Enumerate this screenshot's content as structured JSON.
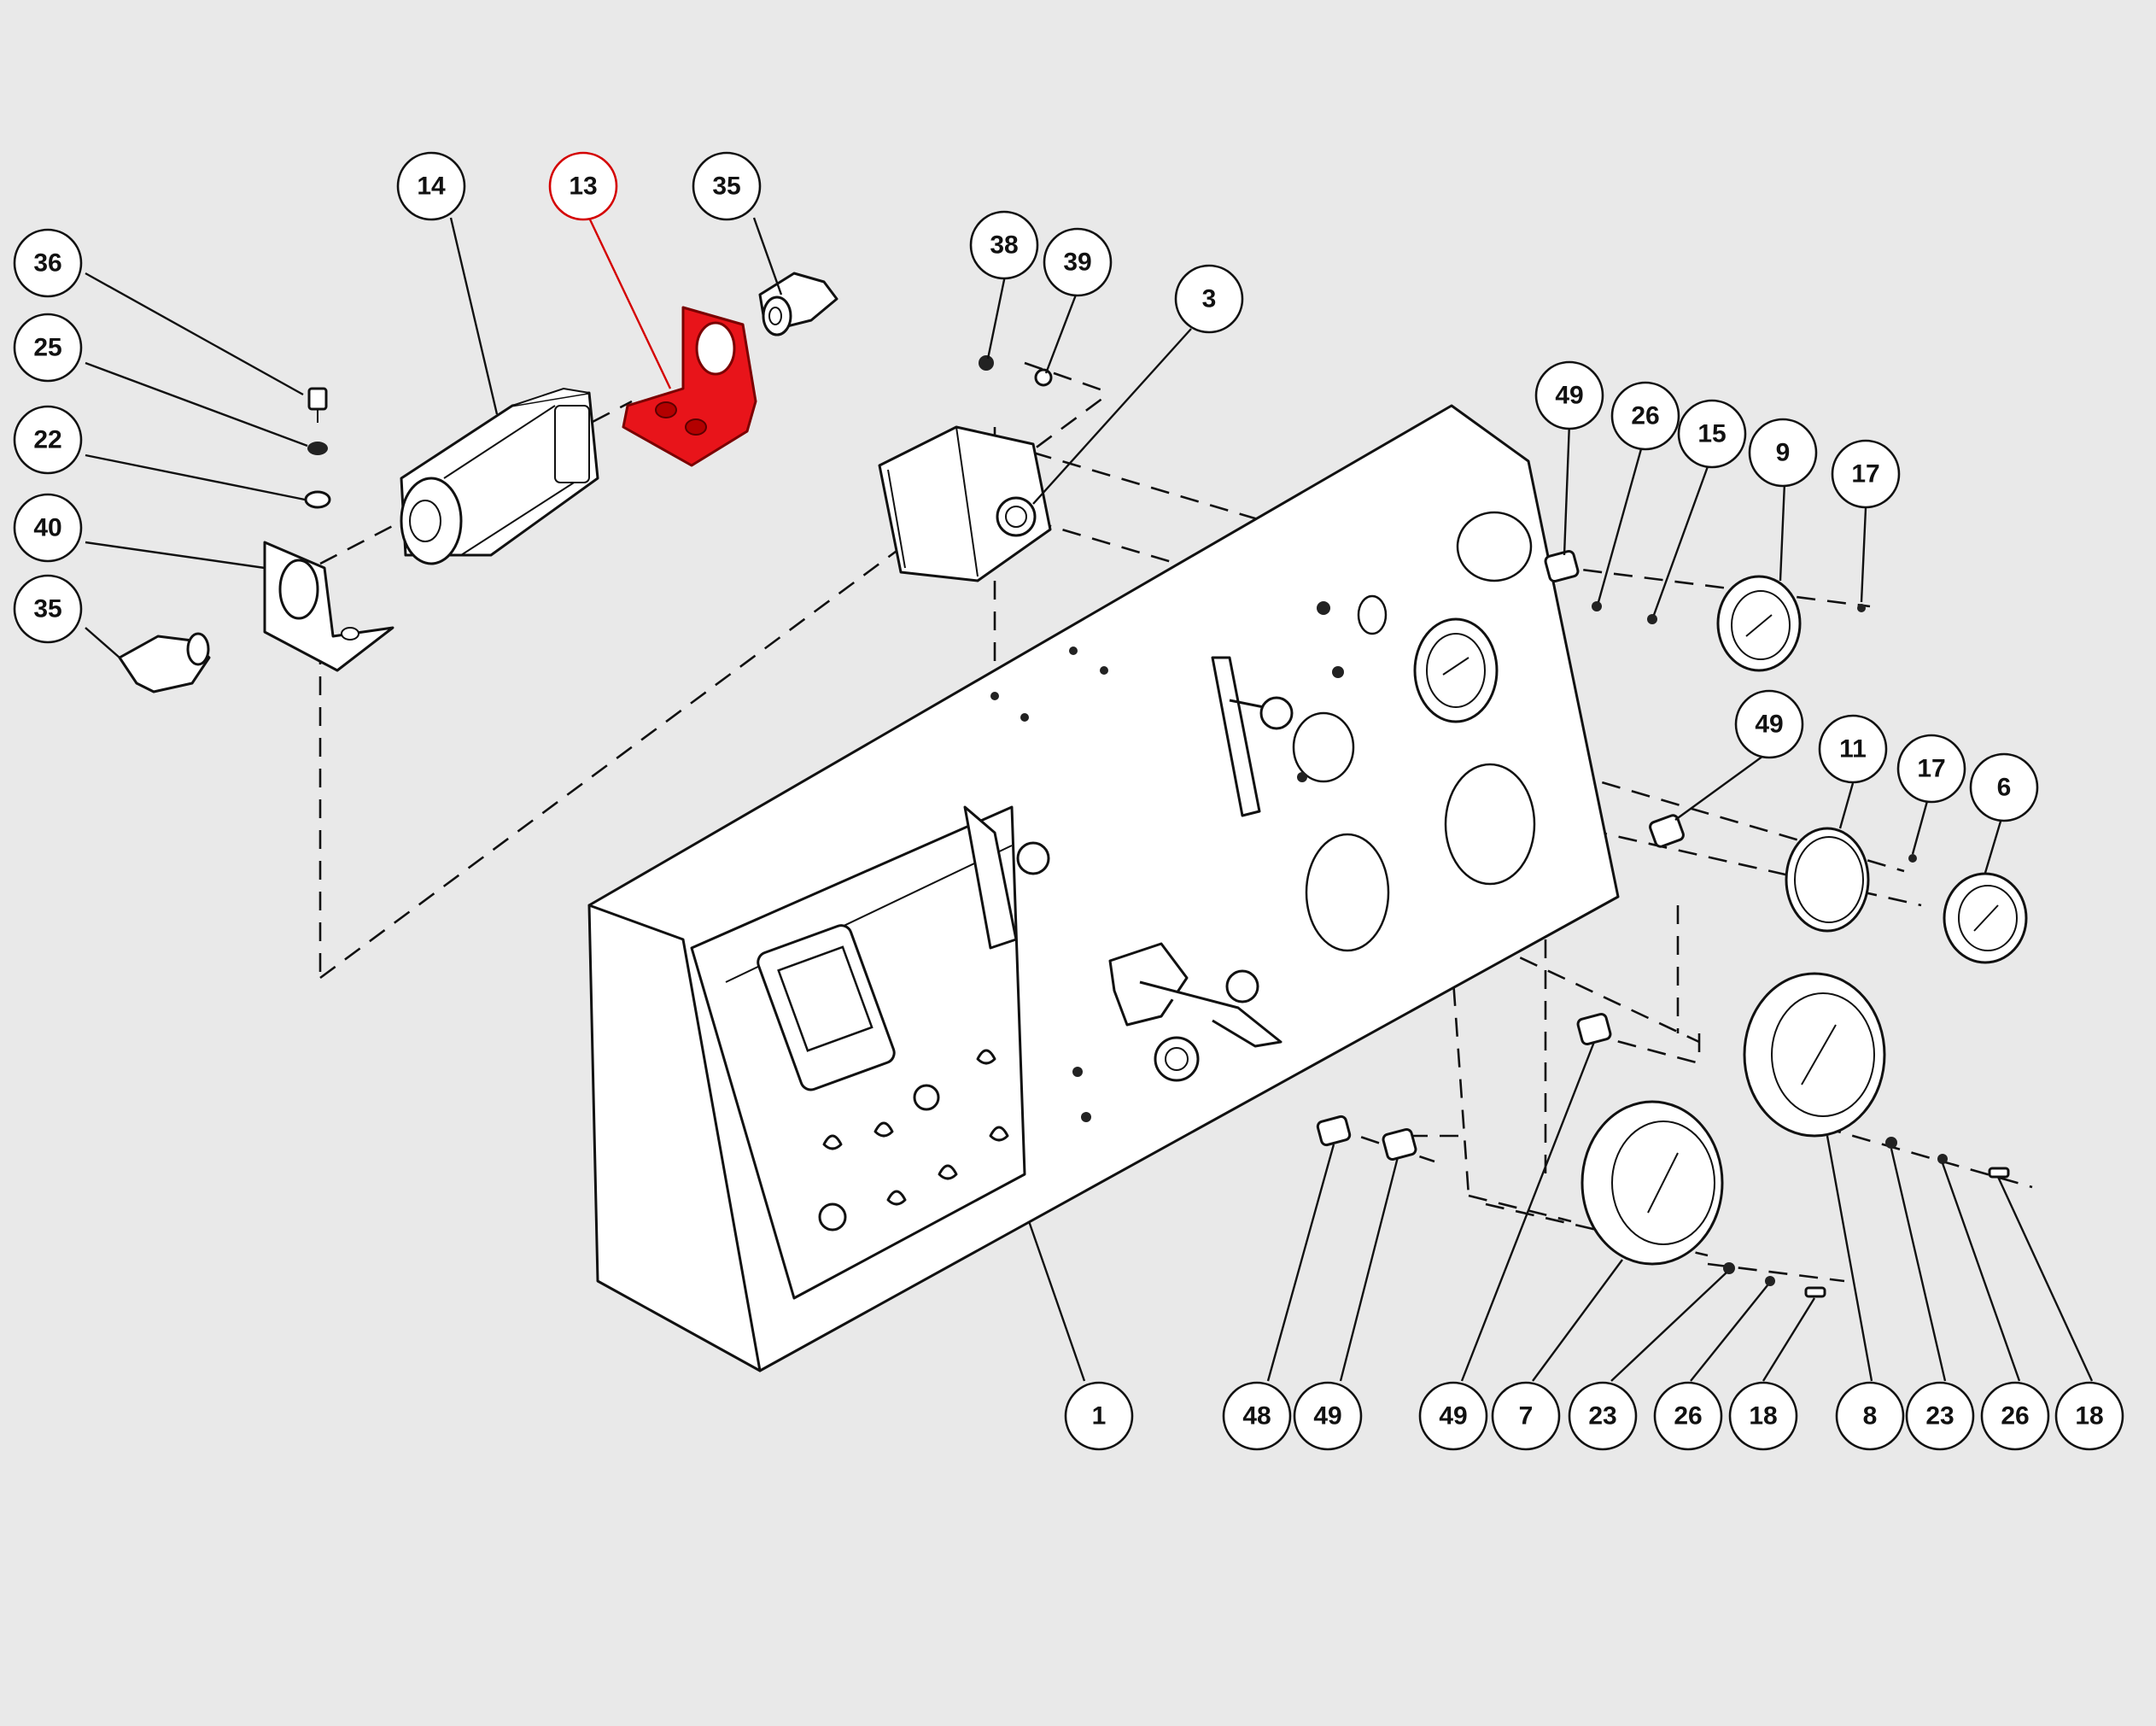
{
  "diagram": {
    "highlight_color": "#e8141a",
    "highlighted_callout": "13",
    "callouts": [
      {
        "id": "c36",
        "label": "36"
      },
      {
        "id": "c25",
        "label": "25"
      },
      {
        "id": "c22",
        "label": "22"
      },
      {
        "id": "c40",
        "label": "40"
      },
      {
        "id": "c35a",
        "label": "35"
      },
      {
        "id": "c14",
        "label": "14"
      },
      {
        "id": "c13",
        "label": "13"
      },
      {
        "id": "c35b",
        "label": "35"
      },
      {
        "id": "c38",
        "label": "38"
      },
      {
        "id": "c39",
        "label": "39"
      },
      {
        "id": "c3",
        "label": "3"
      },
      {
        "id": "c49a",
        "label": "49"
      },
      {
        "id": "c26a",
        "label": "26"
      },
      {
        "id": "c15",
        "label": "15"
      },
      {
        "id": "c9",
        "label": "9"
      },
      {
        "id": "c17a",
        "label": "17"
      },
      {
        "id": "c49b",
        "label": "49"
      },
      {
        "id": "c11",
        "label": "11"
      },
      {
        "id": "c17b",
        "label": "17"
      },
      {
        "id": "c6",
        "label": "6"
      },
      {
        "id": "c1",
        "label": "1"
      },
      {
        "id": "c48",
        "label": "48"
      },
      {
        "id": "c49c",
        "label": "49"
      },
      {
        "id": "c49d",
        "label": "49"
      },
      {
        "id": "c7",
        "label": "7"
      },
      {
        "id": "c23a",
        "label": "23"
      },
      {
        "id": "c26b",
        "label": "26"
      },
      {
        "id": "c18a",
        "label": "18"
      },
      {
        "id": "c8",
        "label": "8"
      },
      {
        "id": "c23b",
        "label": "23"
      },
      {
        "id": "c26c",
        "label": "26"
      },
      {
        "id": "c18b",
        "label": "18"
      }
    ]
  }
}
